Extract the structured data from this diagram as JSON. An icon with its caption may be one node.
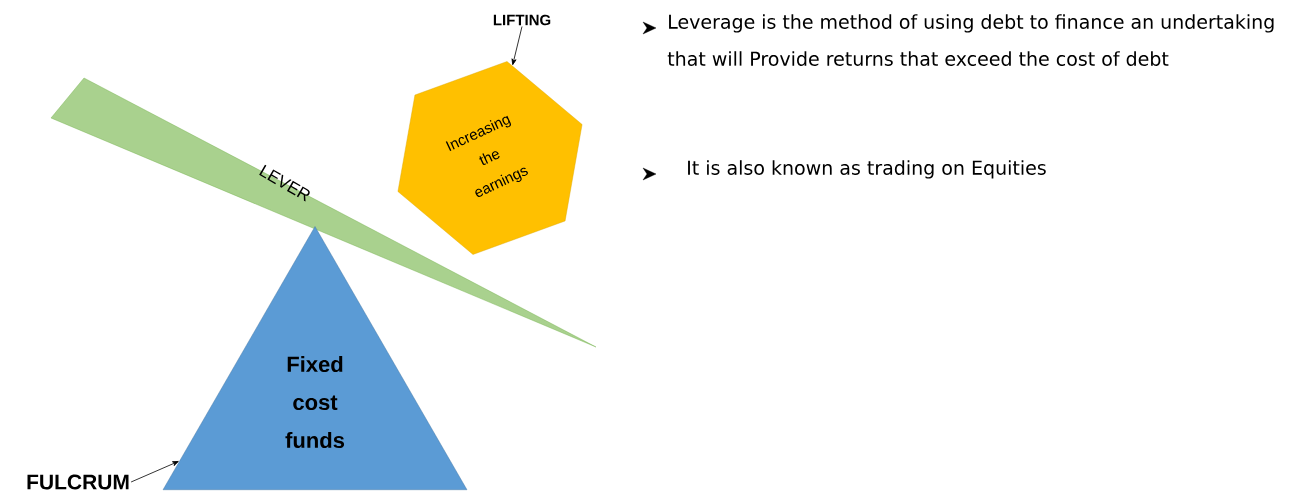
{
  "diagram": {
    "nodes": [
      {
        "text": [
          "LIFTING"
        ]
      },
      {
        "text": [
          "Increasing the earnings"
        ]
      },
      {
        "text": [
          "LEVER"
        ]
      },
      {
        "text": [
          "Fixed cost funds"
        ]
      },
      {
        "text": [
          "FULCRUM"
        ]
      }
    ],
    "edges": [
      {
        "from": 0,
        "to": 1,
        "arrow": "to"
      },
      {
        "from": 4,
        "to": 3,
        "arrow": "to"
      }
    ],
    "labels": [
      "Leverage is the method of using debt to finance an undertaking that will Provide returns that exceed the cost of debt",
      "It is also known as trading on Equities"
    ]
  }
}
